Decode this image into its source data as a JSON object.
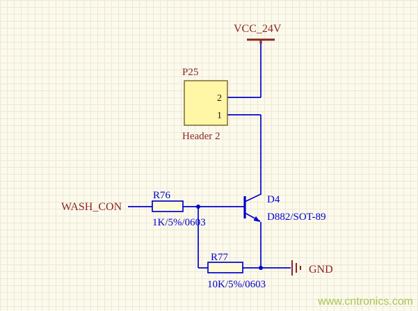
{
  "schematic": {
    "nets": {
      "power": "VCC_24V",
      "input": "WASH_CON",
      "ground": "GND"
    },
    "header": {
      "designator": "P25",
      "comment": "Header 2",
      "pins": [
        "2",
        "1"
      ]
    },
    "resistor_r76": {
      "designator": "R76",
      "value": "1K/5%/0603"
    },
    "resistor_r77": {
      "designator": "R77",
      "value": "10K/5%/0603"
    },
    "transistor_d4": {
      "designator": "D4",
      "value": "D882/SOT-89"
    }
  },
  "watermark": "www.cntronics.com",
  "colors": {
    "background": "#FCFAEC",
    "wire": "#0000CD",
    "net_label": "#8B2525",
    "component_fill": "#FFF6A6",
    "watermark": "#A8C455"
  }
}
